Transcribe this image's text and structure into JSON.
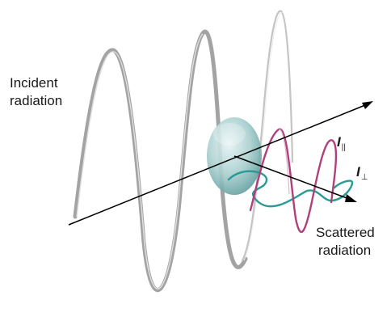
{
  "labels": {
    "incident_line1": "Incident",
    "incident_line2": "radiation",
    "scattered_line1": "Scattered",
    "scattered_line2": "radiation",
    "i_parallel_symbol": "I",
    "i_parallel_sub": "||",
    "i_perp_symbol": "I",
    "i_perp_sub": "⊥"
  },
  "colors": {
    "incident_wave": "#9a9a9a",
    "particle": "#7fb5b5",
    "parallel_wave": "#b0407a",
    "perpendicular_wave": "#2a9a95",
    "axis": "#000000"
  }
}
